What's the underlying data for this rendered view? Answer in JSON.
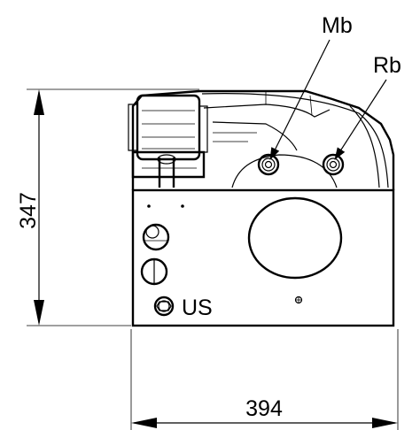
{
  "labels": {
    "height_dimension": "347",
    "width_dimension": "394",
    "label_mb": "Mb",
    "label_rb": "Rb",
    "label_us": "US"
  }
}
